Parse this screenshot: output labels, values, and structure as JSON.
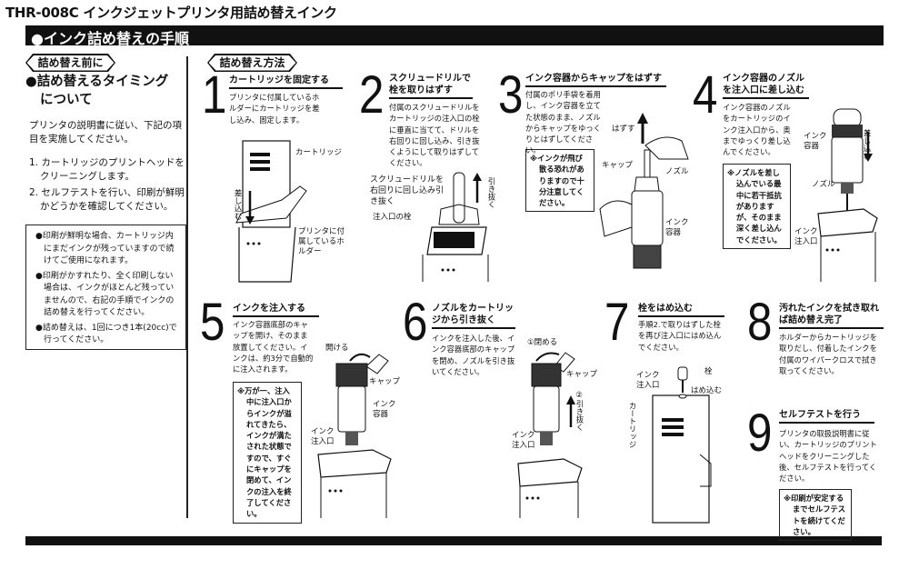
{
  "header": {
    "title": "THR-008C インクジェットプリンタ用詰め替えインク",
    "banner": "●インク詰め替えの手順"
  },
  "left": {
    "tag": "詰め替え前に",
    "heading_line1": "●詰め替えるタイミング",
    "heading_line2": "について",
    "intro": "プリンタの説明書に従い、下記の項目を実施してください。",
    "items": [
      "1. カートリッジのプリントヘッドをクリーニングします。",
      "2. セルフテストを行い、印刷が鮮明かどうかを確認してください。"
    ],
    "notes": [
      "●印刷が鮮明な場合、カートリッジ内にまだインクが残っていますので続けてご使用になれます。",
      "●印刷がかすれたり、全く印刷しない場合は、インクがほとんど残っていませんので、右記の手順でインクの詰め替えを行ってください。",
      "●詰め替えは、1回につき1本(20cc)で行ってください。"
    ]
  },
  "method_tag": "詰め替え方法",
  "steps": [
    {
      "num": "1",
      "title": "カートリッジを固定する",
      "text": "プリンタに付属しているホルダーにカートリッジを差し込み、固定します。",
      "labels": {
        "cartridge": "カートリッジ",
        "insert": "差し込む",
        "holder": "プリンタに付属しているホルダー"
      }
    },
    {
      "num": "2",
      "title": "スクリュードリルで栓を取りはずす",
      "text": "付属のスクリュードリルをカートリッジの注入口の栓に垂直に当てて、ドリルを右回りに回し込み、引き抜くようにして取りはずしてください。",
      "labels": {
        "drill": "スクリュードリルを右回りに回し込み引き抜く",
        "plug": "注入口の栓",
        "pull": "引き抜く"
      }
    },
    {
      "num": "3",
      "title": "インク容器からキャップをはずす",
      "text": "付属のポリ手袋を着用し、インク容器を立てた状態のまま、ノズルからキャップをゆっくりとはずしてください。",
      "note": "※インクが飛び散る恐れがありますので十分注意してください。",
      "labels": {
        "remove": "はずす",
        "cap": "キャップ",
        "nozzle": "ノズル",
        "container": "インク容器"
      }
    },
    {
      "num": "4",
      "title": "インク容器のノズルを注入口に差し込む",
      "text": "インク容器のノズルをカートリッジのインク注入口から、奥までゆっくり差し込んでください。",
      "note": "※ノズルを差し込んでいる最中に若干抵抗がありますが、そのまま深く差し込んでください。",
      "labels": {
        "container": "インク容器",
        "insert": "差し込む",
        "nozzle": "ノズル",
        "inlet": "インク注入口"
      }
    },
    {
      "num": "5",
      "title": "インクを注入する",
      "text": "インク容器底部のキャップを開け、そのまま放置してください。インクは、約3分で自動的に注入されます。",
      "note": "※万が一、注入中に注入口からインクが溢れてきたら、インクが満たされた状態ですので、すぐにキャップを閉めて、インクの注入を終了してください。",
      "labels": {
        "open": "開ける",
        "cap": "キャップ",
        "container": "インク容器",
        "inlet": "インク注入口"
      }
    },
    {
      "num": "6",
      "title": "ノズルをカートリッジから引き抜く",
      "text": "インクを注入した後、インク容器底部のキャップを閉め、ノズルを引き抜いてください。",
      "labels": {
        "close": "①閉める",
        "cap": "キャップ",
        "pull": "②引き抜く",
        "inlet": "インク注入口"
      }
    },
    {
      "num": "7",
      "title": "栓をはめ込む",
      "text": "手順2.で取りはずした栓を再び注入口にはめ込んでください。",
      "labels": {
        "plug": "栓",
        "inlet": "インク注入口",
        "fit": "はめ込む",
        "cartridge": "カートリッジ"
      }
    },
    {
      "num": "8",
      "title": "汚れたインクを拭き取れば詰め替え完了",
      "text": "ホルダーからカートリッジを取りだし、付着したインクを付属のワイパークロスで拭き取ってください。"
    },
    {
      "num": "9",
      "title": "セルフテストを行う",
      "text": "プリンタの取扱説明書に従い、カートリッジのプリントヘッドをクリーニングした後、セルフテストを行ってください。",
      "note": "※印刷が安定するまでセルフテストを続けてください。"
    }
  ]
}
